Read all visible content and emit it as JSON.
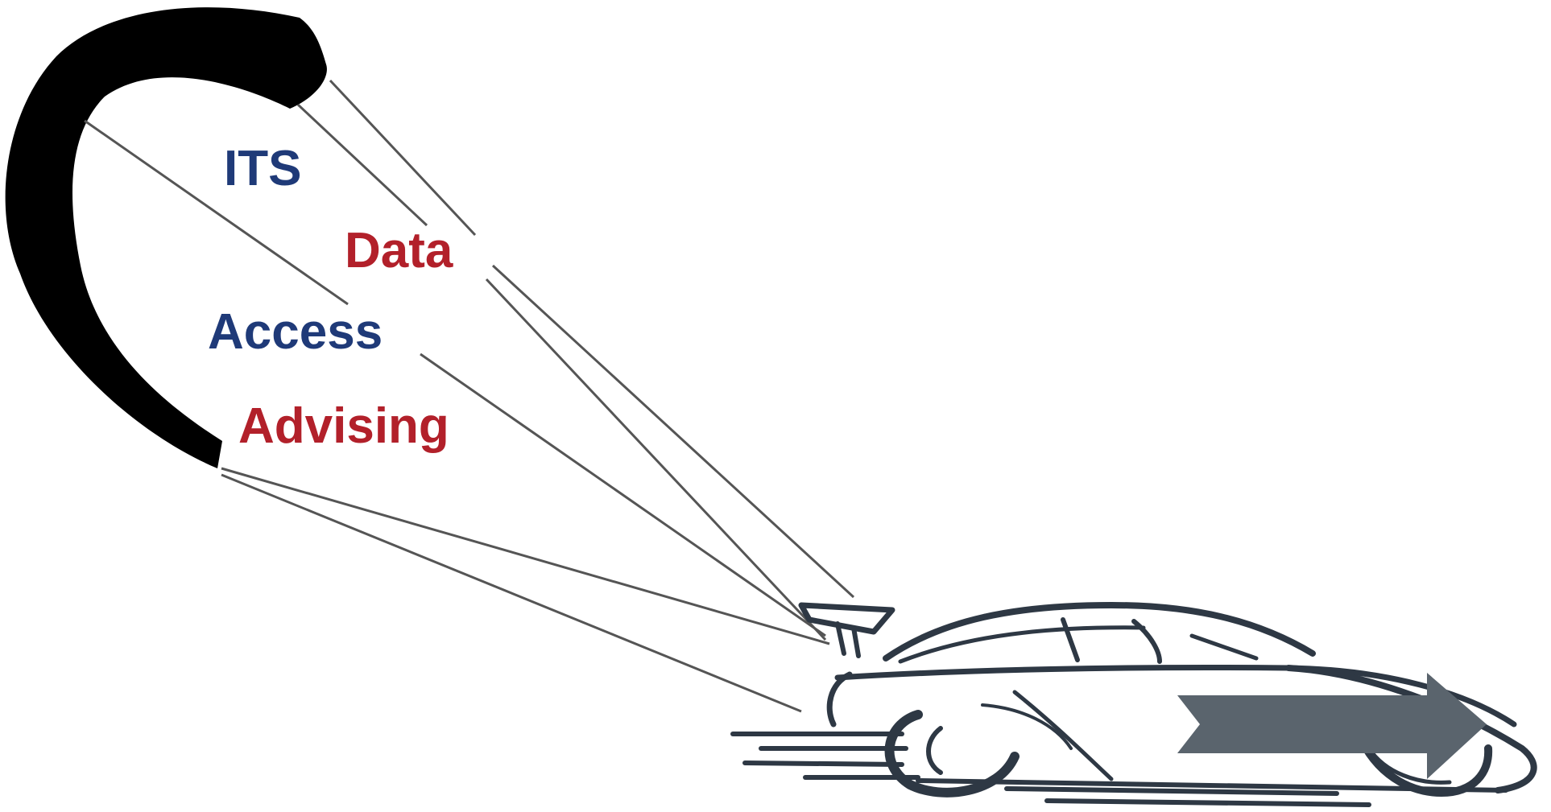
{
  "labels": {
    "its": "ITS",
    "data": "Data",
    "access": "Access",
    "advising": "Advising"
  },
  "colors": {
    "blue": "#1f3a78",
    "red": "#b2202a",
    "kite": "#000000",
    "line": "#555555",
    "car": "#2e3844",
    "arrow": "#5a646d"
  }
}
